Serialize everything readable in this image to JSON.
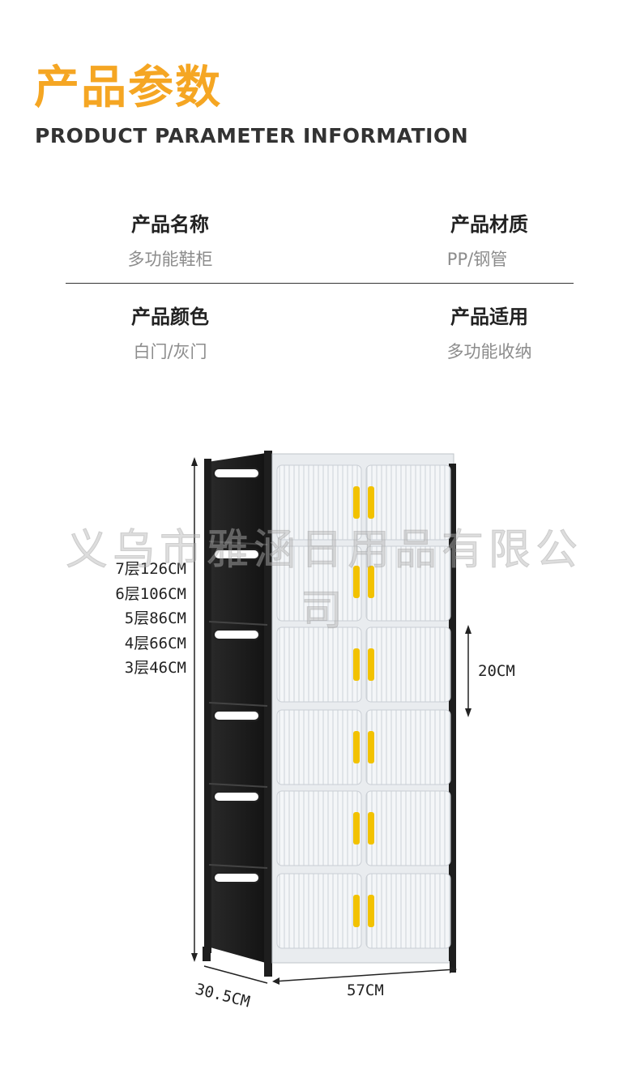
{
  "header": {
    "title_cn": "产品参数",
    "title_en": "PRODUCT PARAMETER INFORMATION"
  },
  "params": [
    {
      "label": "产品名称",
      "value": "多功能鞋柜"
    },
    {
      "label": "产品材质",
      "value": "PP/钢管"
    },
    {
      "label": "产品颜色",
      "value": "白门/灰门"
    },
    {
      "label": "产品适用",
      "value": "多功能收纳"
    }
  ],
  "heights": [
    "7层126CM",
    "6层106CM",
    "5层86CM",
    "4层66CM",
    "3层46CM"
  ],
  "dimensions": {
    "compartment": "20CM",
    "depth": "30.5CM",
    "width": "57CM"
  },
  "watermark": "义乌市雅涵日用品有限公司",
  "colors": {
    "accent": "#f5a623",
    "handle": "#f2c200",
    "frame": "#1e1e1e"
  }
}
